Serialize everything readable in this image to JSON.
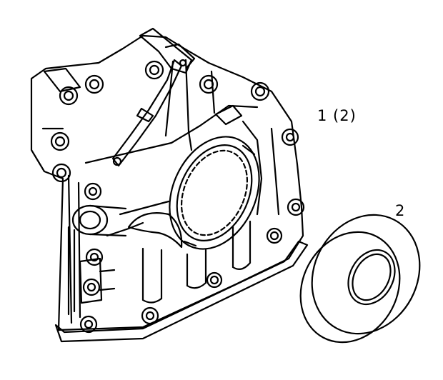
{
  "diagram": {
    "callouts": [
      {
        "id": "1",
        "label": "1 (2)"
      },
      {
        "id": "2",
        "label": "2"
      }
    ],
    "parts": [
      {
        "callout": "1",
        "name": "housing-cover"
      },
      {
        "callout": "2",
        "name": "seal-ring"
      }
    ],
    "colors": {
      "line": "#000000",
      "background": "#ffffff"
    }
  }
}
